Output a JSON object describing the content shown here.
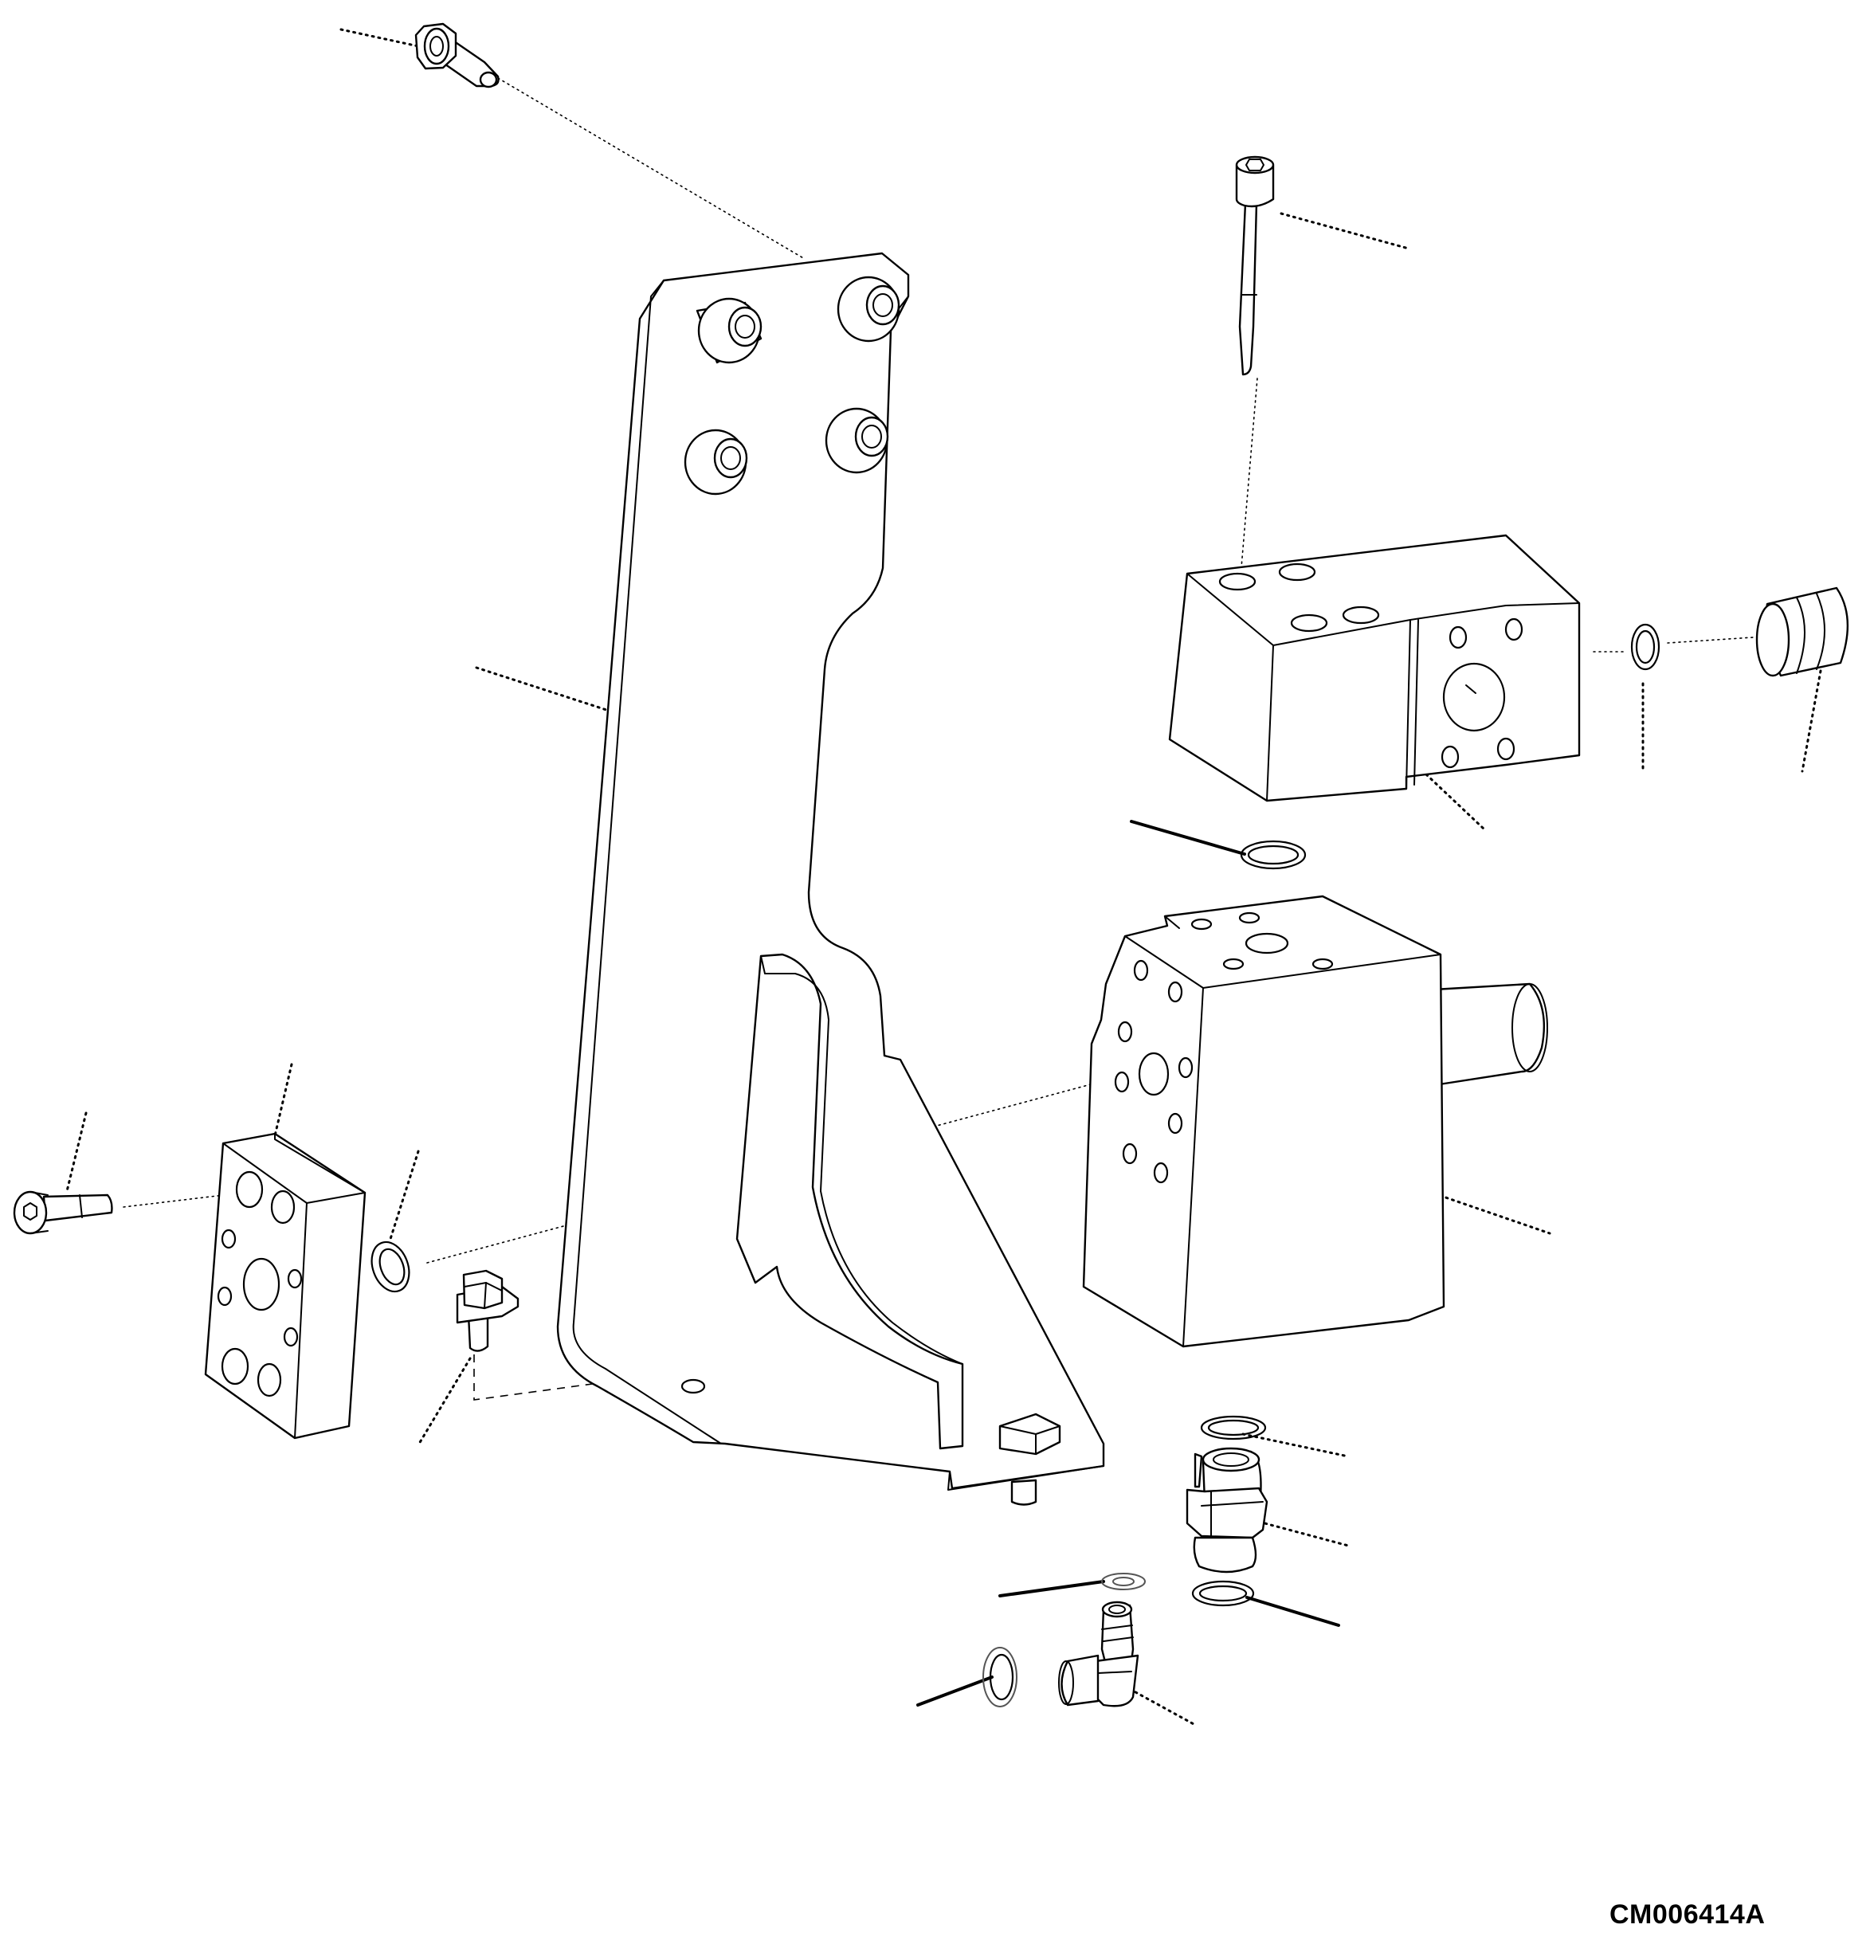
{
  "diagram": {
    "type": "exploded parts view",
    "drawing_code": "CM006414A",
    "line_color": "#000000",
    "background_color": "#ffffff"
  },
  "parts": [
    {
      "name": "flange-bolt-top"
    },
    {
      "name": "mounting-bracket"
    },
    {
      "name": "socket-cap-screw-top"
    },
    {
      "name": "valve-block-upper"
    },
    {
      "name": "o-ring-valve-side"
    },
    {
      "name": "plug-cap"
    },
    {
      "name": "o-ring-between-blocks"
    },
    {
      "name": "valve-block-lower"
    },
    {
      "name": "flange-plate-left"
    },
    {
      "name": "socket-cap-screw-left"
    },
    {
      "name": "o-ring-flange"
    },
    {
      "name": "hex-bolt-bracket"
    },
    {
      "name": "hex-bolt-bracket-lower"
    },
    {
      "name": "straight-fitting"
    },
    {
      "name": "elbow-fitting"
    },
    {
      "name": "sealing-washers"
    }
  ]
}
